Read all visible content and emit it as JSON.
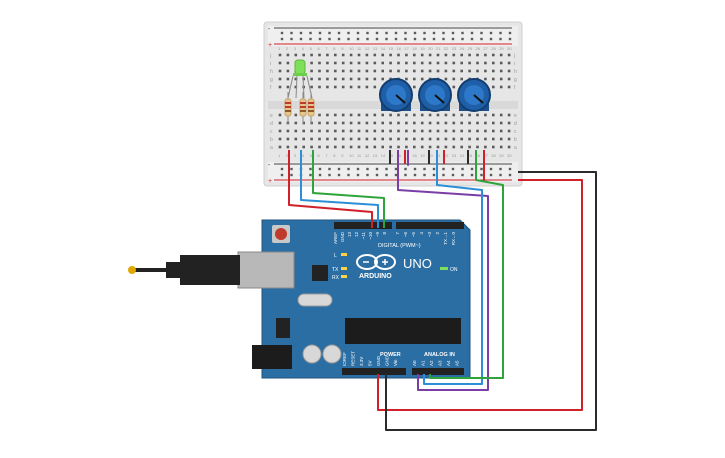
{
  "breadboard": {
    "row_letters_top": [
      "j",
      "i",
      "h",
      "g",
      "f"
    ],
    "row_letters_bottom": [
      "e",
      "d",
      "c",
      "b",
      "a"
    ],
    "column_numbers": [
      "1",
      "2",
      "3",
      "4",
      "5",
      "6",
      "7",
      "8",
      "9",
      "10",
      "11",
      "12",
      "13",
      "14",
      "15",
      "16",
      "17",
      "18",
      "19",
      "20",
      "21",
      "22",
      "23",
      "24",
      "25",
      "26",
      "27",
      "28",
      "29",
      "30"
    ],
    "rail_plus": "+",
    "rail_minus": "-"
  },
  "arduino": {
    "brand": "ARDUINO",
    "model": "UNO",
    "digital_label": "DIGITAL (PWM~)",
    "power_label": "POWER",
    "analog_label": "ANALOG IN",
    "on_label": "ON",
    "l_label": "L",
    "tx_label": "TX",
    "rx_label": "RX",
    "digital_pins": [
      "AREF",
      "GND",
      "13",
      "12",
      "~11",
      "~10",
      "~9",
      "8",
      "7",
      "~6",
      "~5",
      "4",
      "~3",
      "2",
      "TX→1",
      "RX←0"
    ],
    "power_pins": [
      "IOREF",
      "RESET",
      "3.3V",
      "5V",
      "GND",
      "GND",
      "Vin"
    ],
    "analog_pins": [
      "A0",
      "A1",
      "A2",
      "A3",
      "A4",
      "A5"
    ]
  },
  "components": {
    "led": "rgb-led",
    "resistors": [
      "resistor",
      "resistor",
      "resistor"
    ],
    "potentiometers": [
      "potentiometer",
      "potentiometer",
      "potentiometer"
    ]
  },
  "wire_colors": {
    "red": "#d0202a",
    "blue": "#2a8fd6",
    "green": "#2ea43a",
    "purple": "#7a3ea6",
    "black": "#2b2b2b"
  },
  "colors": {
    "board_blue": "#2b6ea3",
    "breadboard": "#e9e9e9",
    "pot_blue": "#1e5fa8",
    "led_green": "#7ee05a"
  }
}
